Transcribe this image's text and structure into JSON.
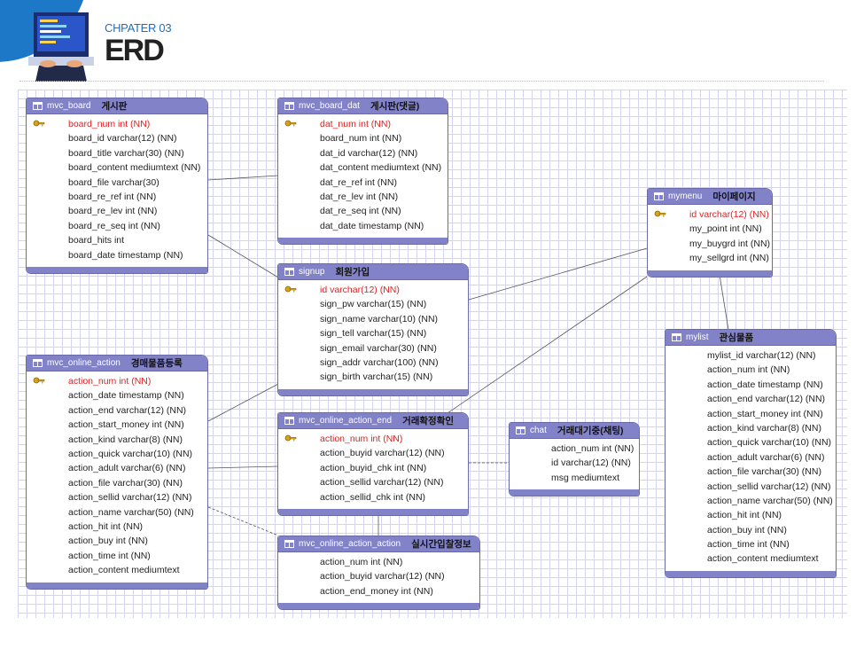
{
  "header": {
    "chapter": "CHPATER 03",
    "title": "ERD"
  },
  "tables": [
    {
      "id": "mvc_board",
      "name": "mvc_board",
      "label": "게시판",
      "columns": [
        "board_num int (NN)",
        "board_id varchar(12) (NN)",
        "board_title varchar(30) (NN)",
        "board_content mediumtext (NN)",
        "board_file varchar(30)",
        "board_re_ref int (NN)",
        "board_re_lev int (NN)",
        "board_re_seq int (NN)",
        "board_hits int",
        "board_date timestamp (NN)"
      ],
      "pk_index": 0
    },
    {
      "id": "mvc_board_dat",
      "name": "mvc_board_dat",
      "label": "게시판(댓글)",
      "columns": [
        "dat_num int (NN)",
        "board_num int (NN)",
        "dat_id varchar(12) (NN)",
        "dat_content mediumtext (NN)",
        "dat_re_ref int (NN)",
        "dat_re_lev int (NN)",
        "dat_re_seq int (NN)",
        "dat_date timestamp (NN)"
      ],
      "pk_index": 0
    },
    {
      "id": "mymenu",
      "name": "mymenu",
      "label": "마이페이지",
      "columns": [
        "id varchar(12) (NN)",
        "my_point int (NN)",
        "my_buygrd int (NN)",
        "my_sellgrd int (NN)"
      ],
      "pk_index": 0
    },
    {
      "id": "signup",
      "name": "signup",
      "label": "회원가입",
      "columns": [
        "id varchar(12) (NN)",
        "sign_pw varchar(15) (NN)",
        "sign_name varchar(10) (NN)",
        "sign_tell varchar(15) (NN)",
        "sign_email varchar(30) (NN)",
        "sign_addr varchar(100) (NN)",
        "sign_birth varchar(15) (NN)"
      ],
      "pk_index": 0
    },
    {
      "id": "mylist",
      "name": "mylist",
      "label": "관심물품",
      "columns": [
        "mylist_id varchar(12) (NN)",
        "action_num int (NN)",
        "action_date timestamp (NN)",
        "action_end varchar(12) (NN)",
        "action_start_money int (NN)",
        "action_kind varchar(8) (NN)",
        "action_quick varchar(10) (NN)",
        "action_adult varchar(6) (NN)",
        "action_file varchar(30) (NN)",
        "action_sellid varchar(12) (NN)",
        "action_name varchar(50) (NN)",
        "action_hit int (NN)",
        "action_buy int (NN)",
        "action_time int (NN)",
        "action_content mediumtext"
      ],
      "pk_index": -1
    },
    {
      "id": "mvc_online_action",
      "name": "mvc_online_action",
      "label": "경매물품등록",
      "columns": [
        "action_num int (NN)",
        "action_date timestamp (NN)",
        "action_end varchar(12) (NN)",
        "action_start_money int (NN)",
        "action_kind varchar(8) (NN)",
        "action_quick varchar(10) (NN)",
        "action_adult varchar(6) (NN)",
        "action_file varchar(30) (NN)",
        "action_sellid varchar(12) (NN)",
        "action_name varchar(50) (NN)",
        "action_hit int (NN)",
        "action_buy int (NN)",
        "action_time int (NN)",
        "action_content mediumtext"
      ],
      "pk_index": 0
    },
    {
      "id": "mvc_online_action_end",
      "name": "mvc_online_action_end",
      "label": "거래확정확인",
      "columns": [
        "action_num int (NN)",
        "action_buyid varchar(12) (NN)",
        "action_buyid_chk int (NN)",
        "action_sellid varchar(12) (NN)",
        "action_sellid_chk int (NN)"
      ],
      "pk_index": 0
    },
    {
      "id": "chat",
      "name": "chat",
      "label": "거래대기중(채팅)",
      "columns": [
        "action_num int (NN)",
        "id varchar(12) (NN)",
        "msg mediumtext"
      ],
      "pk_index": -1
    },
    {
      "id": "mvc_online_action_action",
      "name": "mvc_online_action_action",
      "label": "실시간입찰정보",
      "columns": [
        "action_num int (NN)",
        "action_buyid varchar(12) (NN)",
        "action_end_money int (NN)"
      ],
      "pk_index": -1
    }
  ],
  "colors": {
    "header_fill": "#8282c8",
    "border": "#6a6aa8",
    "pk_text": "#e02020",
    "grid": "#d4d4f0",
    "accent": "#1e78c8"
  }
}
